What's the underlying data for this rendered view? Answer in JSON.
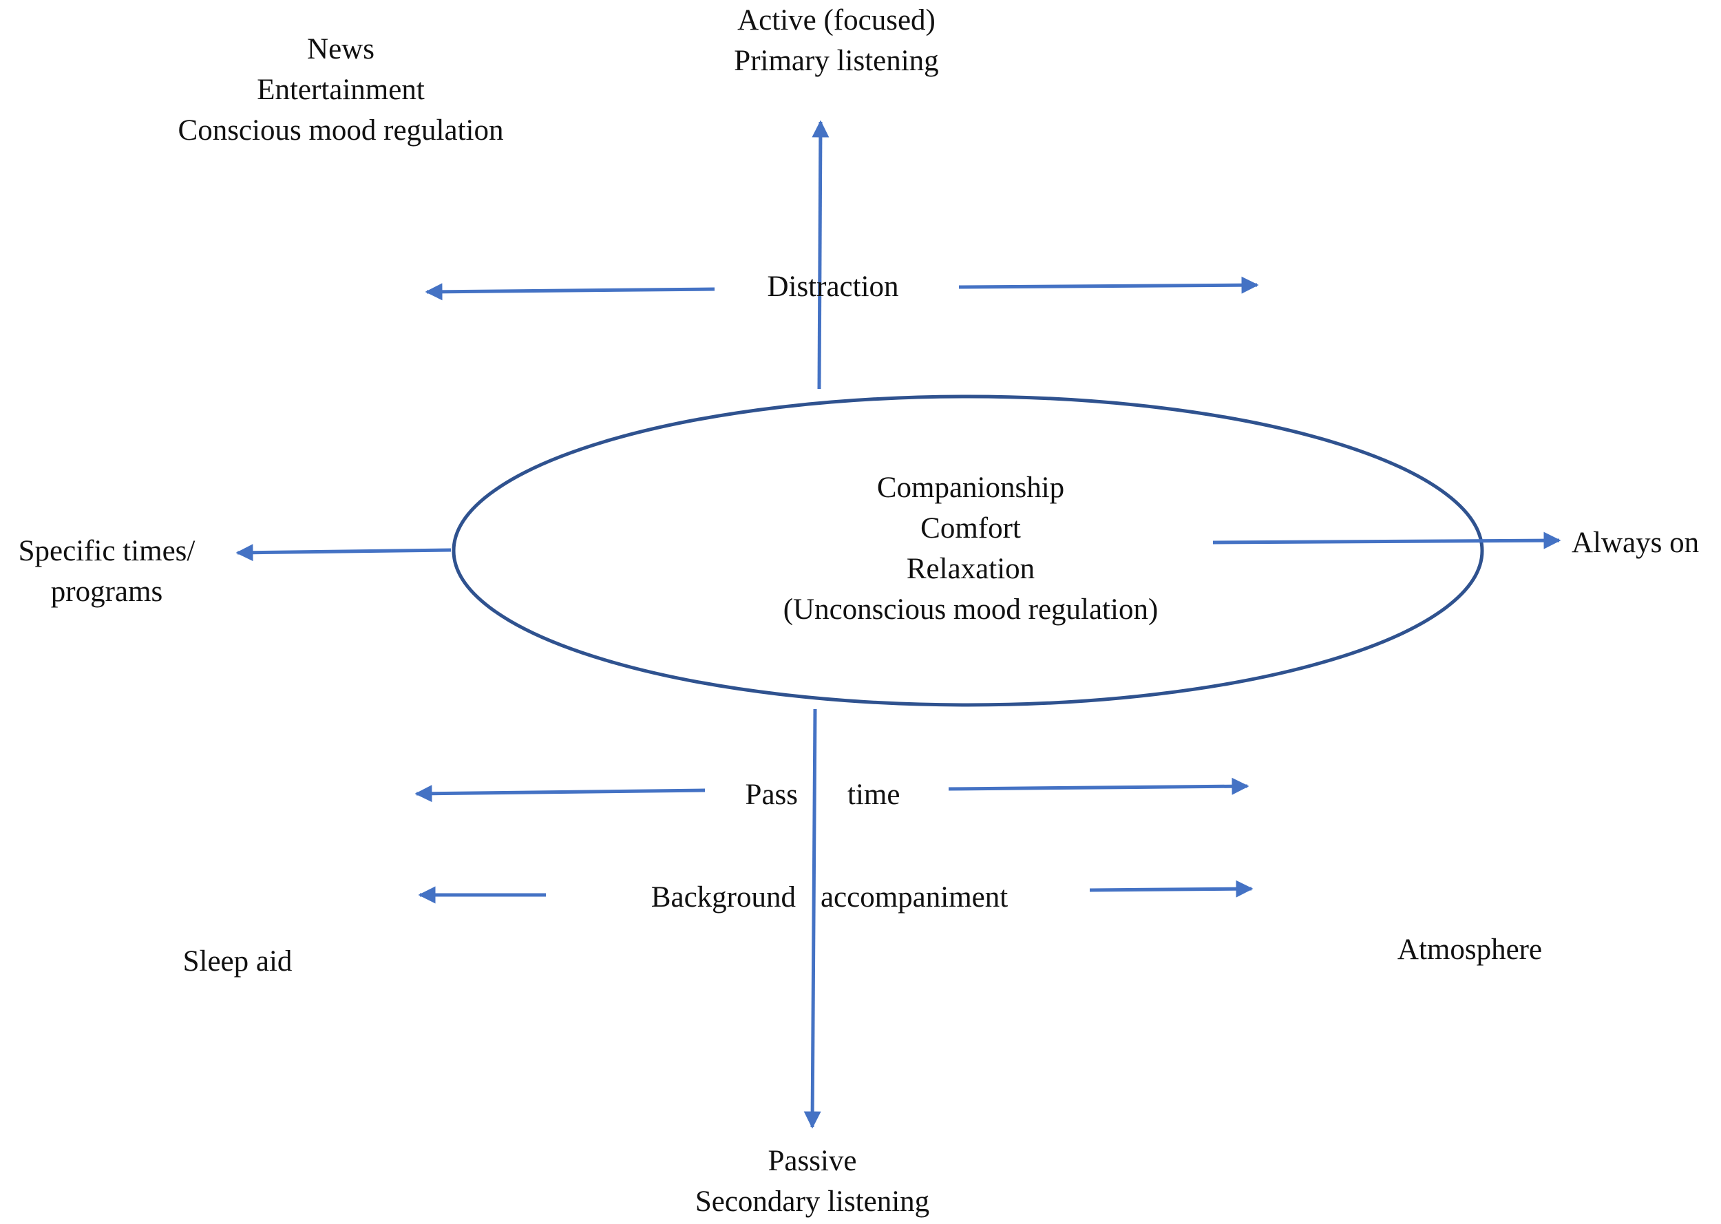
{
  "colors": {
    "arrow": "#4472C4",
    "ellipse": "#2F528F",
    "text": "#111111",
    "background": "#FFFFFF"
  },
  "labels": {
    "top": {
      "line1": "Active (focused)",
      "line2": "Primary listening"
    },
    "top_left": {
      "line1": "News",
      "line2": "Entertainment",
      "line3": "Conscious mood regulation"
    },
    "distraction": "Distraction",
    "center": {
      "line1": "Companionship",
      "line2": "Comfort",
      "line3": "Relaxation",
      "line4": "(Unconscious mood regulation)"
    },
    "left": {
      "line1": "Specific times/",
      "line2": "programs"
    },
    "right": "Always on",
    "pass_time": {
      "word1": "Pass",
      "word2": "time"
    },
    "background_accompaniment": {
      "word1": "Background",
      "word2": "accompaniment"
    },
    "sleep_aid": "Sleep aid",
    "atmosphere": "Atmosphere",
    "bottom": {
      "line1": "Passive",
      "line2": "Secondary listening"
    }
  }
}
